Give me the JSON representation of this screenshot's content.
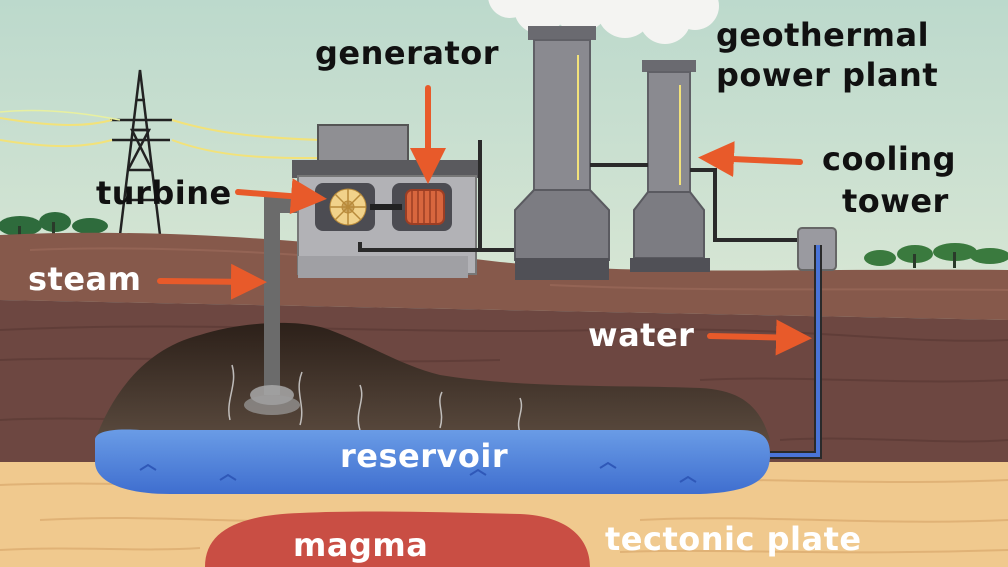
{
  "diagram": {
    "labels": {
      "generator": "generator",
      "plant_line1": "geothermal",
      "plant_line2": "power plant",
      "cooling_line1": "cooling",
      "cooling_line2": "tower",
      "turbine": "turbine",
      "steam": "steam",
      "water": "water",
      "reservoir": "reservoir",
      "magma": "magma",
      "tectonic_plate": "tectonic plate"
    },
    "colors": {
      "sky": "#bcd7c9",
      "arrow": "#e85a2a",
      "topsoil": "#86594b",
      "rock": "#6d4741",
      "cavern": "#3a2a22",
      "reservoir_water": "#5b8fe0",
      "sand": "#f0c98e",
      "magma": "#c94e44",
      "pipe_water": "#4a74d8",
      "building": "#8a8a8e"
    }
  }
}
